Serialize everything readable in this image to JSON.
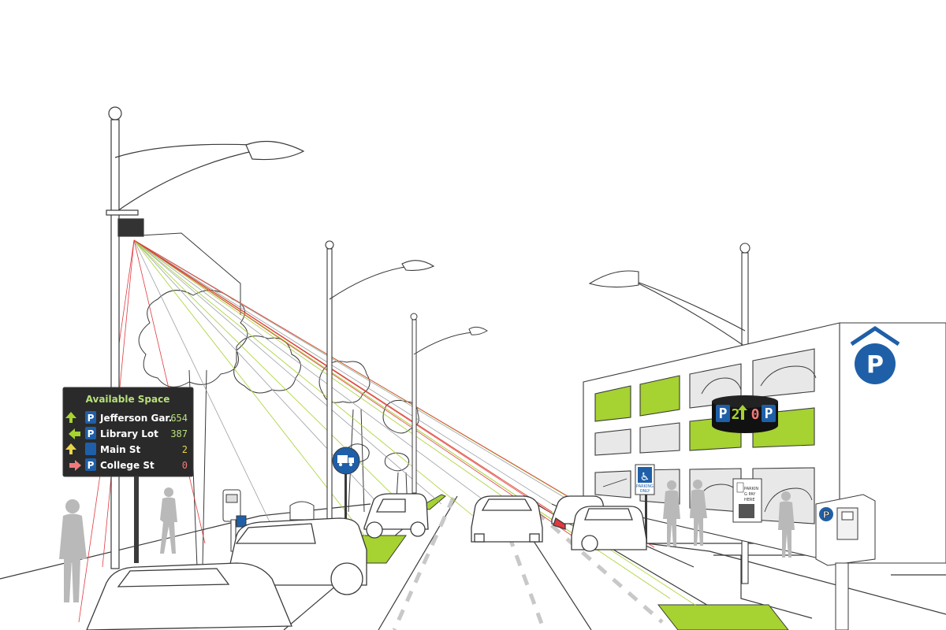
{
  "colors": {
    "outline": "#3a3a3a",
    "green": "#a6d232",
    "sensor_red": "#e0393e",
    "sensor_green": "#a6d232",
    "sensor_gray": "#9aa0a6",
    "parking_blue": "#1f5fa8",
    "sign_bg": "#2a2a2a",
    "sign_green_text": "#b8e07a",
    "person_gray": "#b9b9b9"
  },
  "availability_sign": {
    "title": "Available Space",
    "rows": [
      {
        "arrow": "up",
        "arrow_color": "#a6d232",
        "icon": "parking-icon",
        "icon_label": "P",
        "name": "Jefferson Gar.",
        "count": "654",
        "count_color": "#b8e07a"
      },
      {
        "arrow": "left",
        "arrow_color": "#a6d232",
        "icon": "parking-icon",
        "icon_label": "P",
        "name": "Library Lot",
        "count": "387",
        "count_color": "#b8e07a"
      },
      {
        "arrow": "up",
        "arrow_color": "#e8d44a",
        "icon": "ev-charging-parking-icon",
        "icon_label": "",
        "name": "Main St",
        "count": "2",
        "count_color": "#e8d44a"
      },
      {
        "arrow": "right",
        "arrow_color": "#f07a7a",
        "icon": "parking-icon",
        "icon_label": "P",
        "name": "College St",
        "count": "0",
        "count_color": "#f07a7a"
      }
    ]
  },
  "ring_sign": {
    "left_p": "P",
    "left_count": "2",
    "right_count": "0",
    "right_p": "P"
  },
  "pay_sign": {
    "line1": "PARKIN",
    "line2": "G   PAY",
    "line3": "HERE"
  },
  "accessible_sign": {
    "line1": "PARKING",
    "line2": "ONLY"
  },
  "garage_sign": {
    "label": "P"
  },
  "kiosk_sign": {
    "label": "P"
  },
  "loading_sign": {
    "icon": "truck-icon"
  }
}
